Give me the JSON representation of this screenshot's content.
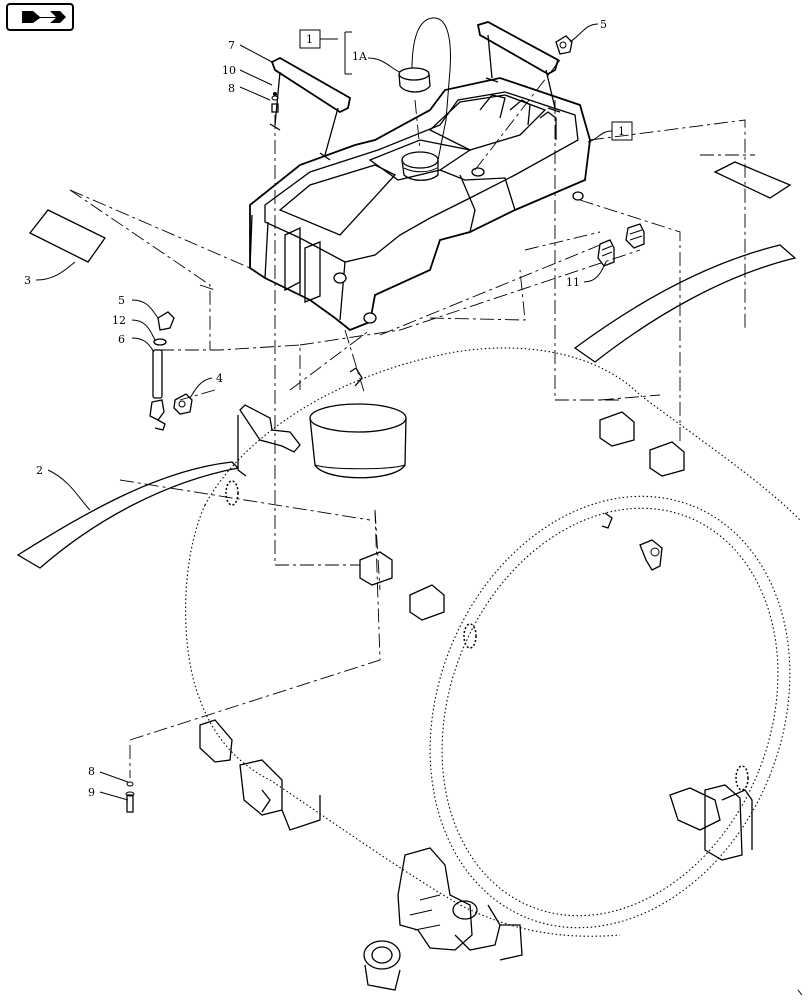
{
  "nav_icon": "next-page-arrow-icon",
  "callouts": {
    "c1_top": "1",
    "c1a": "1A",
    "c1_right": "1",
    "c2": "2",
    "c3": "3",
    "c4": "4",
    "c5_left": "5",
    "c5_top": "5",
    "c6": "6",
    "c7": "7",
    "c8_top": "8",
    "c8_bottom": "8",
    "c9": "9",
    "c10": "10",
    "c11": "11",
    "c12": "12"
  }
}
